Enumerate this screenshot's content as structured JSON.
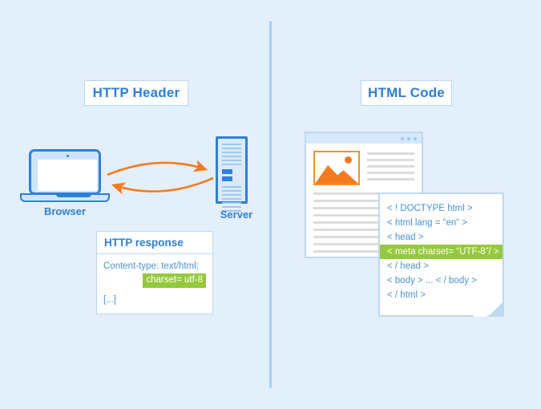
{
  "canvas": {
    "background": "#e4effc",
    "accent_blue": "#2e7fd4",
    "accent_orange": "#f47a20",
    "highlight_green": "#95c93d"
  },
  "sections": {
    "left_title": "HTTP Header",
    "right_title": "HTML Code"
  },
  "devices": {
    "browser_label": "Browser",
    "server_label": "Server"
  },
  "arrows": {
    "request_direction": "browser-to-server",
    "response_direction": "server-to-browser"
  },
  "http_response": {
    "title": "HTTP response",
    "lines": [
      "Content-type: text/html;",
      "[...]"
    ],
    "highlighted": "charset= utf-8"
  },
  "html_code": {
    "lines": [
      {
        "text": "< ! DOCTYPE html >",
        "highlight": false
      },
      {
        "text": "< html lang = “en“ >",
        "highlight": false
      },
      {
        "text": "< head >",
        "highlight": false
      },
      {
        "text": "< meta charset= “UTF-8”/ >",
        "highlight": true
      },
      {
        "text": "< / head >",
        "highlight": false
      },
      {
        "text": "< body > ... < / body >",
        "highlight": false
      },
      {
        "text": "< / html >",
        "highlight": false
      }
    ]
  },
  "browser_mockup": {
    "window_dots": 3,
    "image_placeholder": "mountain-image",
    "right_text_lines": 5,
    "bottom_text_lines": 9
  },
  "server_graphic": {
    "top_lines": 6,
    "indicator_blocks": 2,
    "bottom_lines": 8
  }
}
